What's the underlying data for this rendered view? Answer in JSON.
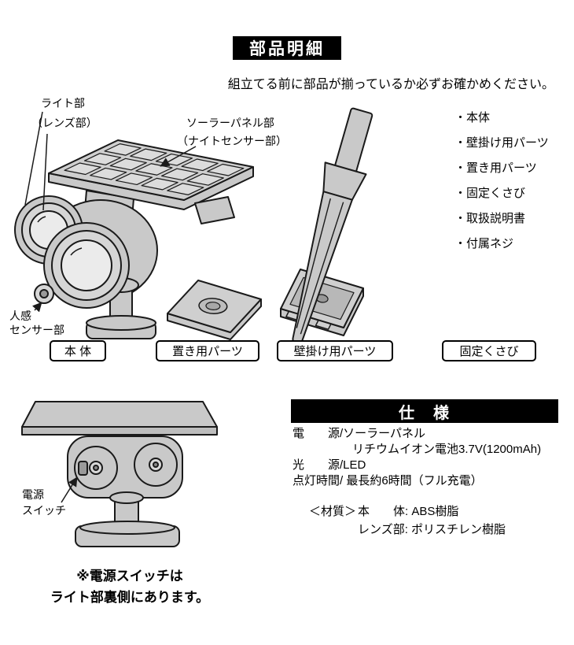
{
  "page": {
    "banner": "部品明細",
    "intro": "組立てる前に部品が揃っているか必ずお確かめください。"
  },
  "labels": {
    "light": "ライト部",
    "lens": "（レンズ部）",
    "solar": "ソーラーパネル部",
    "night_sensor": "（ナイトセンサー部）",
    "motion_line1": "人感",
    "motion_line2": "センサー部",
    "power_line1": "電源",
    "power_line2": "スイッチ"
  },
  "part_boxes": {
    "body": "本 体",
    "place": "置き用パーツ",
    "wall": "壁掛け用パーツ",
    "stake": "固定くさび"
  },
  "parts_list": [
    "・本体",
    "・壁掛け用パーツ",
    "・置き用パーツ",
    "・固定くさび",
    "・取扱説明書",
    "・付属ネジ"
  ],
  "spec": {
    "banner": "仕　様",
    "power_label": "電　　源/ソーラーパネル",
    "power_detail": "リチウムイオン電池3.7V(1200mAh)",
    "light_source": "光　　源/LED",
    "duration": "点灯時間/ 最長約6時間（フル充電）",
    "materials": {
      "heading": "＜材質＞",
      "rows": [
        "本　　体: ABS樹脂",
        "レンズ部: ポリスチレン樹脂"
      ]
    }
  },
  "note": {
    "line1": "※電源スイッチは",
    "line2": "ライト部裏側にあります。"
  },
  "colors": {
    "banner_bg": "#000000",
    "banner_text": "#ffffff",
    "line": "#1a1a1a",
    "part_fill": "#c9c9c9"
  }
}
